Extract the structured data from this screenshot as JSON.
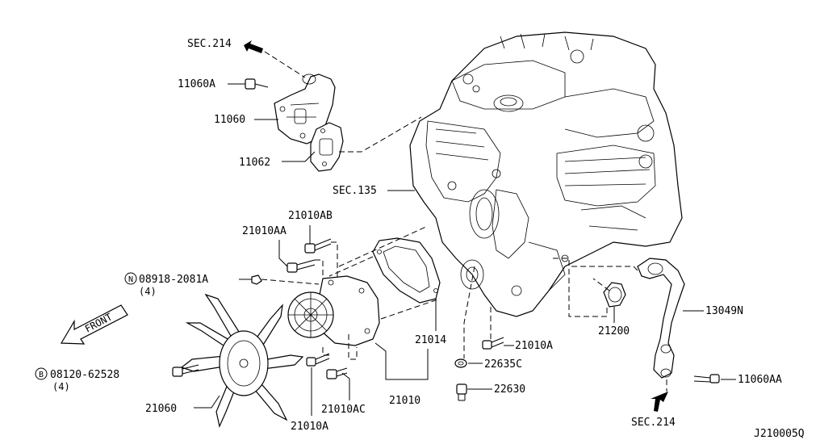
{
  "labels": {
    "sec214_top": "SEC.214",
    "p11060A": "11060A",
    "p11060": "11060",
    "p11062": "11062",
    "sec135": "SEC.135",
    "p21010AB": "21010AB",
    "p21010AA": "21010AA",
    "n_marker": "N",
    "p08918": "08918-2081A",
    "qty_n": "(4)",
    "front": "FRONT",
    "b_marker": "B",
    "p08120": "08120-62528",
    "qty_b": "(4)",
    "p21060": "21060",
    "p21010A_bottom": "21010A",
    "p21010AC": "21010AC",
    "p21010": "21010",
    "p21014": "21014",
    "p21010A_right": "21010A",
    "p22635C": "22635C",
    "p22630": "22630",
    "p21200": "21200",
    "p13049N": "13049N",
    "p11060AA": "11060AA",
    "sec214_bottom": "SEC.214",
    "drawing_id": "J210005Q"
  }
}
